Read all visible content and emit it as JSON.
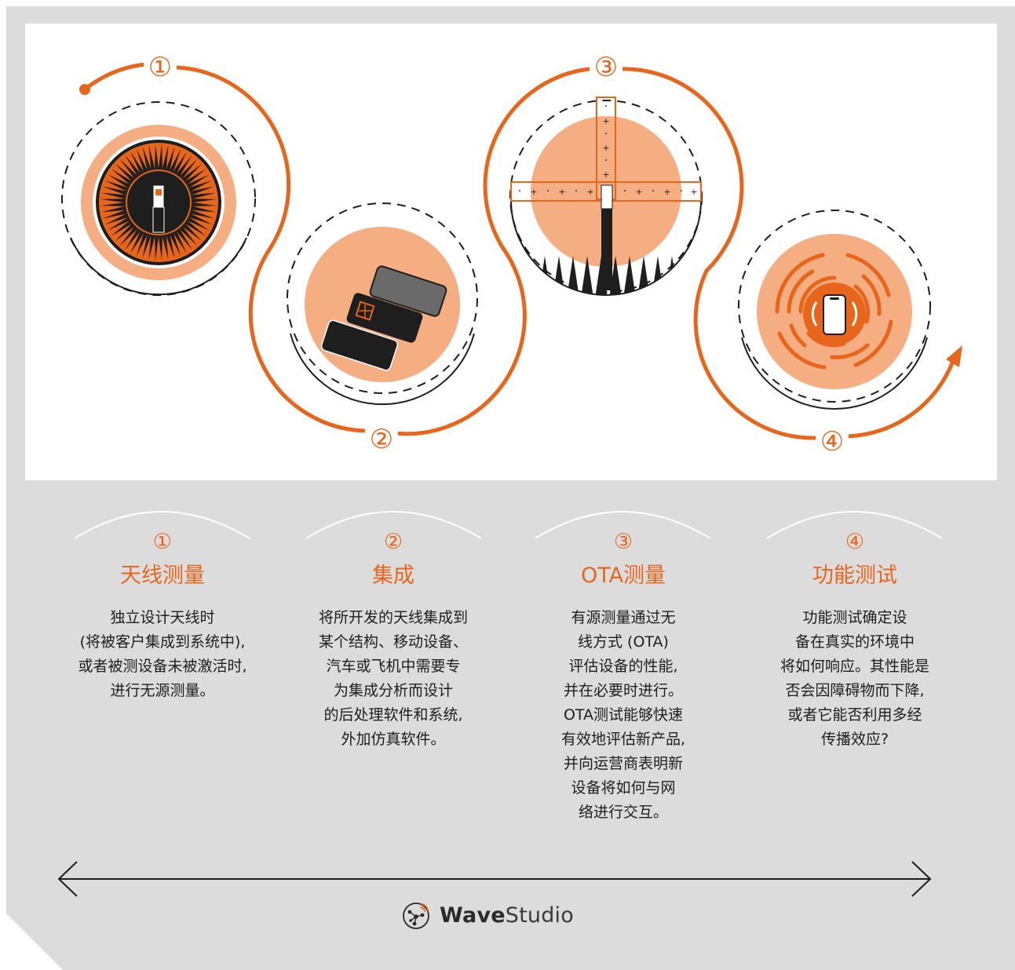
{
  "diagram": {
    "colors": {
      "accent": "#e8661c",
      "peach": "#f5ad82",
      "dark": "#1e1e1e",
      "panel": "#dcdcdd",
      "white": "#ffffff"
    },
    "markers": [
      "①",
      "②",
      "③",
      "④"
    ]
  },
  "steps": [
    {
      "number": "①",
      "title": "天线测量",
      "lines": [
        "独立设计天线时",
        "(将被客户集成到系统中),",
        "或者被测设备未被激活时,",
        "进行无源测量。"
      ]
    },
    {
      "number": "②",
      "title": "集成",
      "lines": [
        "将所开发的天线集成到",
        "某个结构、移动设备、",
        "汽车或飞机中需要专",
        "为集成分析而设计",
        "的后处理软件和系统,",
        "外加仿真软件。"
      ]
    },
    {
      "number": "③",
      "title": "OTA测量",
      "lines": [
        "有源测量通过无",
        "线方式 (OTA)",
        "评估设备的性能,",
        "并在必要时进行。",
        "OTA测试能够快速",
        "有效地评估新产品,",
        "并向运营商表明新",
        "设备将如何与网",
        "络进行交互。"
      ]
    },
    {
      "number": "④",
      "title": "功能测试",
      "lines": [
        "功能测试确定设",
        "备在真实的环境中",
        "将如何响应。其性能是",
        "否会因障碍物而下降,",
        "或者它能否利用多经",
        "传播效应?"
      ]
    }
  ],
  "brand": {
    "icon": "wavestudio-network-icon",
    "name_bold": "Wave",
    "name_light": "Studio"
  }
}
